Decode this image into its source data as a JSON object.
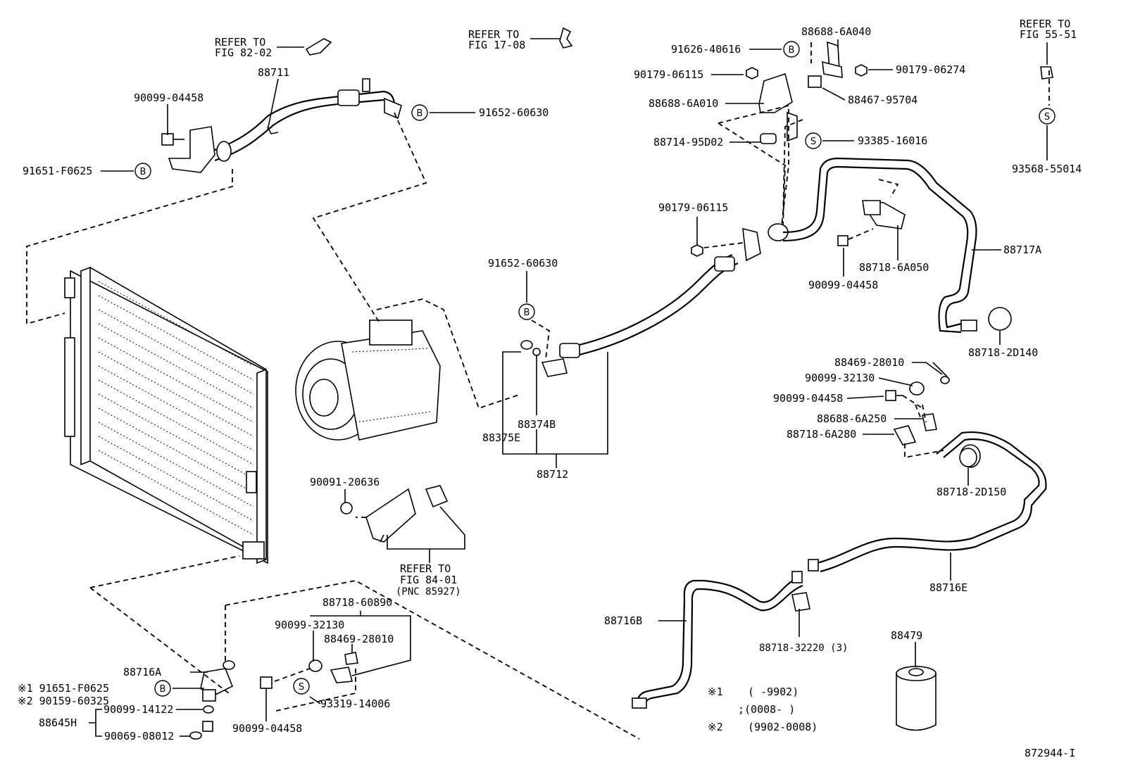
{
  "diagram_id": "872944-I",
  "refs": {
    "fig_82_02": [
      "REFER TO",
      "FIG 82-02"
    ],
    "fig_17_08": [
      "REFER TO",
      "FIG 17-08"
    ],
    "fig_55_51": [
      "REFER TO",
      "FIG 55-51"
    ],
    "fig_84_01": [
      "REFER TO",
      "FIG 84-01",
      "(PNC 85927)"
    ]
  },
  "badges": {
    "b": "B",
    "s": "S"
  },
  "parts": {
    "p88711": "88711",
    "p90099_04458_a": "90099-04458",
    "p91651_F0625": "91651-F0625",
    "p91652_60630_a": "91652-60630",
    "p91626_40616": "91626-40616",
    "p88688_6A040": "88688-6A040",
    "p90179_06115_a": "90179-06115",
    "p90179_06274": "90179-06274",
    "p88467_95704": "88467-95704",
    "p88688_6A010": "88688-6A010",
    "p88714_95D02": "88714-95D02",
    "p93385_16016": "93385-16016",
    "p93568_55014": "93568-55014",
    "p90179_06115_b": "90179-06115",
    "p88717A": "88717A",
    "p88718_6A050": "88718-6A050",
    "p90099_04458_b": "90099-04458",
    "p91652_60630_b": "91652-60630",
    "p88718_2D140": "88718-2D140",
    "p88374B": "88374B",
    "p88375E": "88375E",
    "p88712": "88712",
    "p88469_28010_a": "88469-28010",
    "p90099_32130_a": "90099-32130",
    "p90099_04458_c": "90099-04458",
    "p88688_6A250": "88688-6A250",
    "p88718_6A280": "88718-6A280",
    "p88718_2D150": "88718-2D150",
    "p90091_20636": "90091-20636",
    "p88716E": "88716E",
    "p88718_60890": "88718-60890",
    "p90099_32130_b": "90099-32130",
    "p88469_28010_b": "88469-28010",
    "p88716A": "88716A",
    "p91651_F0625_n1": "※1 91651-F0625",
    "p90159_60325_n2": "※2 90159-60325",
    "p90099_14122": "90099-14122",
    "p88645H": "88645H",
    "p90069_08012": "90069-08012",
    "p90099_04458_d": "90099-04458",
    "p93319_14006": "93319-14006",
    "p88716B": "88716B",
    "p88718_32220": "88718-32220 (3)",
    "p88479": "88479"
  },
  "notes": {
    "n1_mark": "※1",
    "n1_line1": "(      -9902)",
    "n1_line2": ";(0008-      )",
    "n2_mark": "※2",
    "n2_line": "(9902-0008)"
  }
}
